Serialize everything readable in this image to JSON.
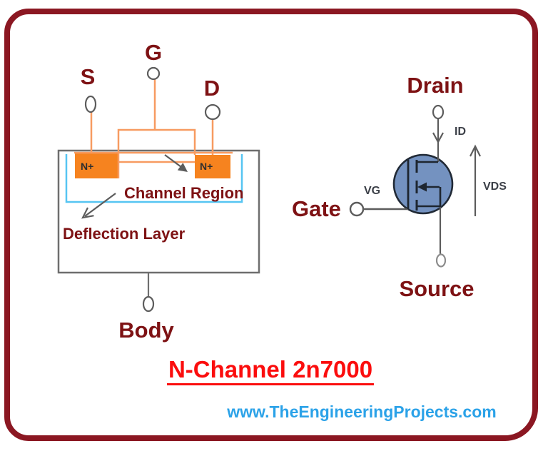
{
  "colors": {
    "frame_maroon": "#8B1722",
    "label_maroon": "#7E1214",
    "wire_orange": "#F79B61",
    "nplus_orange": "#F6831F",
    "channel_blue": "#56C5F2",
    "structure_gray": "#6E6E6E",
    "terminal_gray": "#5C5C5C",
    "mosfet_fill_blue": "#7492C0",
    "mosfet_stroke": "#212A36",
    "title_red": "#FB0D0D",
    "website_blue": "#2BA2E8"
  },
  "structure_diagram": {
    "source_terminal_label": "S",
    "gate_terminal_label": "G",
    "drain_terminal_label": "D",
    "body_terminal_label": "Body",
    "nplus_left_label": "N+",
    "nplus_right_label": "N+",
    "channel_region_label": "Channel Region",
    "deflection_layer_label": "Deflection Layer"
  },
  "symbol_diagram": {
    "drain_label": "Drain",
    "gate_label": "Gate",
    "source_label": "Source",
    "drain_current_label": "ID",
    "vds_label": "VDS",
    "vg_label": "VG"
  },
  "footer": {
    "title": "N-Channel 2n7000",
    "website": "www.TheEngineeringProjects.com"
  }
}
